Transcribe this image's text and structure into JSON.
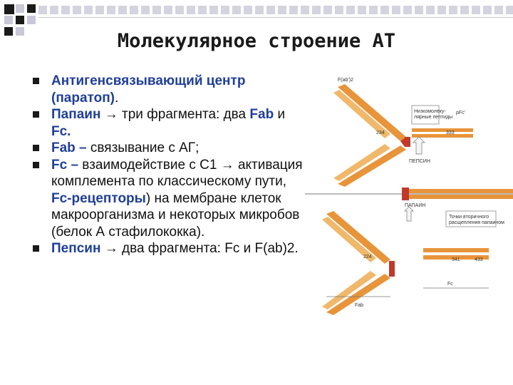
{
  "header": {
    "colors": {
      "dark_square": "#1a1a1a",
      "light_square": "#c8c8d8",
      "line": "#c8c8d8"
    }
  },
  "title": "Молекулярное строение АТ",
  "bullets": [
    {
      "parts": [
        {
          "text": "Антигенсвязывающий центр (паратоп)",
          "style": "blue-bold"
        },
        {
          "text": ".",
          "style": "plain"
        }
      ]
    },
    {
      "parts": [
        {
          "text": "Папаин",
          "style": "blue-bold"
        },
        {
          "text": " → три фрагмента: два ",
          "style": "plain"
        },
        {
          "text": "Fab",
          "style": "blue-bold"
        },
        {
          "text": " и ",
          "style": "plain"
        },
        {
          "text": "Fc.",
          "style": "blue-bold"
        }
      ]
    },
    {
      "parts": [
        {
          "text": "Fab – ",
          "style": "blue-bold"
        },
        {
          "text": "связывание с АГ;",
          "style": "plain"
        }
      ]
    },
    {
      "parts": [
        {
          "text": "Fc –",
          "style": "blue-bold"
        },
        {
          "text": " взаимодействие с С1 → активация комплемента по классическому пути, ",
          "style": "plain"
        },
        {
          "text": "Fc-рецепторы",
          "style": "blue-bold"
        },
        {
          "text": ") на мембране клеток макроорганизма и некоторых микробов (белок А стафилококка).",
          "style": "plain"
        }
      ]
    },
    {
      "parts": [
        {
          "text": "Пепсин",
          "style": "blue-bold"
        },
        {
          "text": " → два фрагмента: ",
          "style": "plain"
        },
        {
          "text": "Fc",
          "style": "plain"
        },
        {
          "text": " и ",
          "style": "plain"
        },
        {
          "text": "F(ab)2.",
          "style": "plain"
        }
      ]
    }
  ],
  "figure": {
    "labels": {
      "fab2": "F(ab')2",
      "low_mw": "Низкомолеку-",
      "low_mw2": "лярные пептиды",
      "pfc": "pFc'",
      "n234": "234",
      "n333": "333",
      "pepsin": "ПЕПСИН",
      "papain": "ПАПАИН",
      "second": "Точки вторичного",
      "second2": "расщепления папаином",
      "n224": "224",
      "n341": "341",
      "n433": "433",
      "fc": "Fc",
      "fab": "Fab"
    },
    "colors": {
      "heavy": "#e8943a",
      "light": "#f0b86a",
      "hinge": "#c0392b",
      "arrow": "#f4f4f4"
    }
  }
}
